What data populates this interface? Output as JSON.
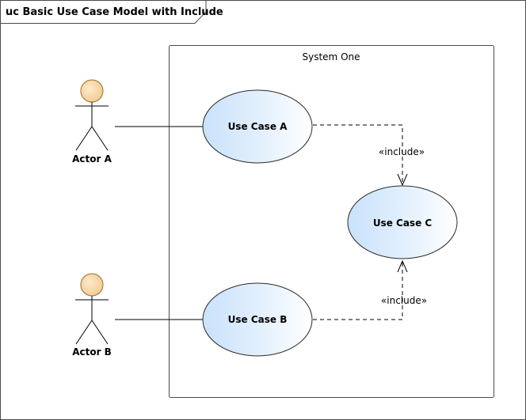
{
  "diagram": {
    "title": "uc Basic Use Case Model with Include",
    "boundary": {
      "label": "System One"
    },
    "actors": [
      {
        "id": "actor-a",
        "label": "Actor A"
      },
      {
        "id": "actor-b",
        "label": "Actor B"
      }
    ],
    "use_cases": [
      {
        "id": "uc-a",
        "label": "Use Case A"
      },
      {
        "id": "uc-b",
        "label": "Use Case B"
      },
      {
        "id": "uc-c",
        "label": "Use Case C"
      }
    ],
    "relations": [
      {
        "type": "association",
        "from": "Actor A",
        "to": "Use Case A"
      },
      {
        "type": "association",
        "from": "Actor B",
        "to": "Use Case B"
      },
      {
        "type": "include",
        "from": "Use Case A",
        "to": "Use Case C",
        "label": "«include»"
      },
      {
        "type": "include",
        "from": "Use Case B",
        "to": "Use Case C",
        "label": "«include»"
      }
    ],
    "colors": {
      "actor_head_fill": "#f9dcae",
      "actor_head_stroke": "#a06a2c",
      "use_case_fill_light": "#ffffff",
      "use_case_fill_dark": "#c9e2fb",
      "use_case_stroke": "#2b2b2b",
      "line": "#000000"
    }
  }
}
